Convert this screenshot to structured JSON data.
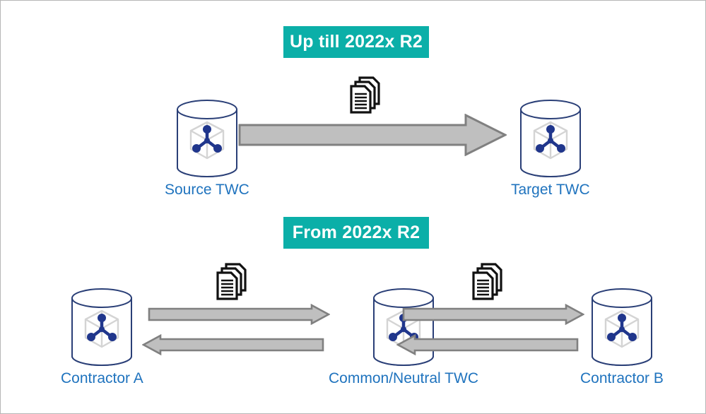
{
  "diagram": {
    "title_banners": [
      {
        "id": "top",
        "label": "Up till 2022x R2"
      },
      {
        "id": "bottom",
        "label": "From 2022x R2"
      }
    ],
    "accent_color": "#0BAFA8",
    "label_color": "#1F73BE",
    "arrow_fill": "#BFBFBF",
    "arrow_stroke": "#808080",
    "cylinder_stroke": "#2A3F77",
    "cube_stroke": "#D4D4D4",
    "node_glyph_color": "#20368C",
    "sections": {
      "upper": {
        "banner": "Up till 2022x R2",
        "nodes": [
          {
            "name": "source",
            "label": "Source TWC",
            "icon": "database-cylinder-icon"
          },
          {
            "name": "target",
            "label": "Target TWC",
            "icon": "database-cylinder-icon"
          }
        ],
        "documents_icon": "documents-stack-icon",
        "flows": [
          {
            "from": "Source TWC",
            "to": "Target TWC",
            "direction": "right",
            "style": "thick"
          }
        ]
      },
      "lower": {
        "banner": "From 2022x R2",
        "nodes": [
          {
            "name": "contractor-a",
            "label": "Contractor A",
            "icon": "database-cylinder-icon"
          },
          {
            "name": "common-neutral",
            "label": "Common/Neutral TWC",
            "icon": "database-cylinder-icon"
          },
          {
            "name": "contractor-b",
            "label": "Contractor B",
            "icon": "database-cylinder-icon"
          }
        ],
        "documents_icons": [
          "documents-stack-icon",
          "documents-stack-icon"
        ],
        "flows": [
          {
            "from": "Contractor A",
            "to": "Common/Neutral TWC",
            "direction": "right",
            "style": "thin"
          },
          {
            "from": "Common/Neutral TWC",
            "to": "Contractor A",
            "direction": "left",
            "style": "thin"
          },
          {
            "from": "Common/Neutral TWC",
            "to": "Contractor B",
            "direction": "right",
            "style": "thin"
          },
          {
            "from": "Contractor B",
            "to": "Common/Neutral TWC",
            "direction": "left",
            "style": "thin"
          }
        ]
      }
    }
  }
}
